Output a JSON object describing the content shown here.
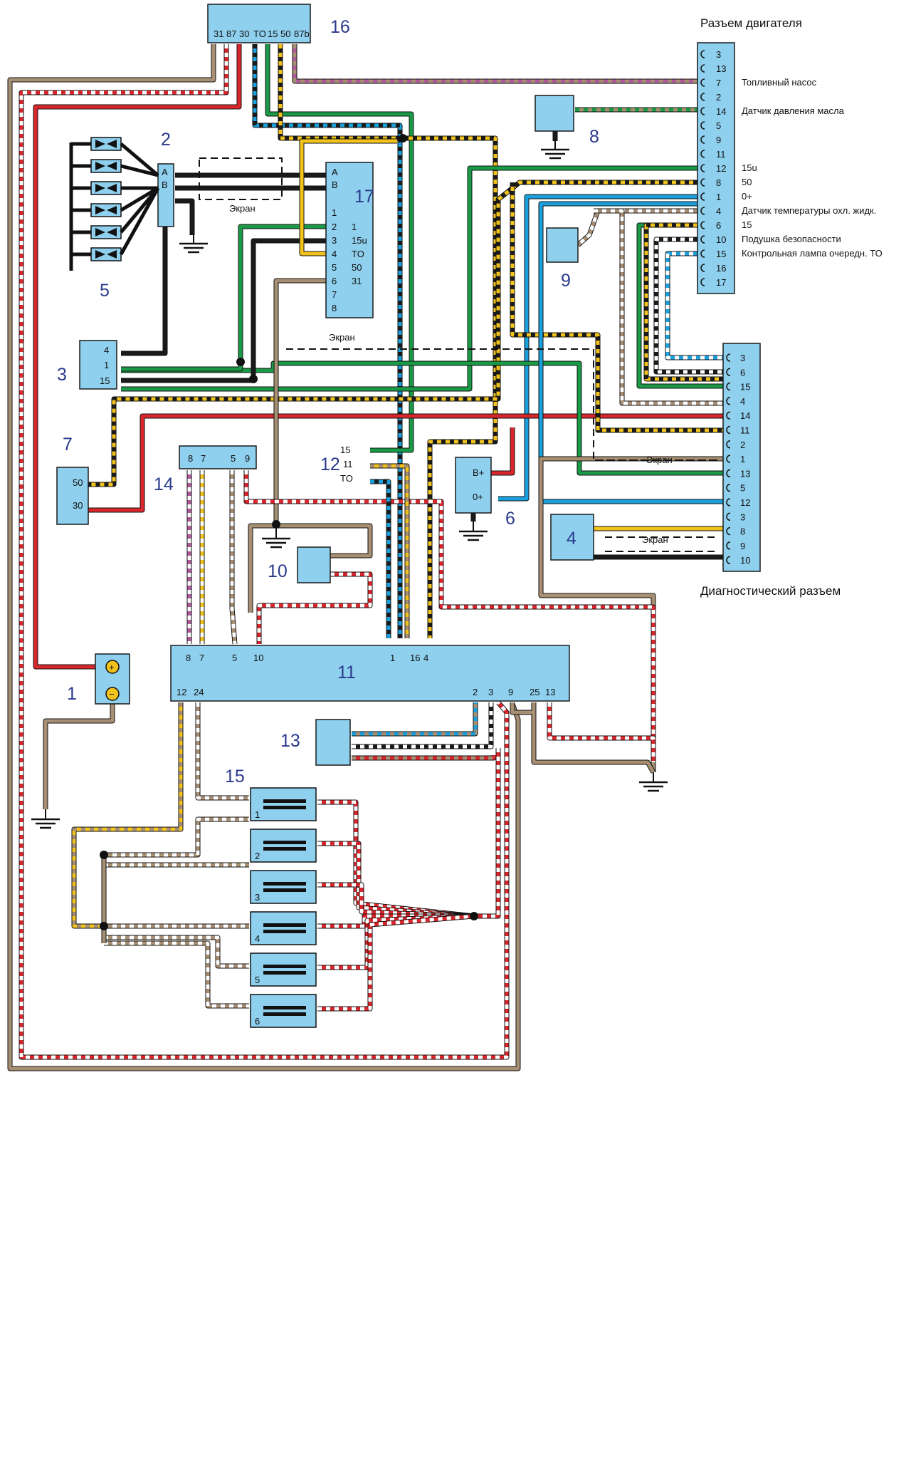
{
  "colors": {
    "box": "#8fd0ee",
    "red": "#d9262c",
    "green": "#1a9a46",
    "blue": "#1aa0dc",
    "yellow": "#f2c31d",
    "brown": "#a68f73",
    "black": "#1a1a1a",
    "violet": "#b05a9c",
    "number": "#2a3a8c"
  },
  "components": {
    "c1": "1",
    "c2": "2",
    "c3": "3",
    "c4": "4",
    "c5": "5",
    "c6": "6",
    "c7": "7",
    "c8": "8",
    "c9": "9",
    "c10": "10",
    "c11": "11",
    "c12": "12",
    "c13": "13",
    "c14": "14",
    "c15": "15",
    "c16": "16",
    "c17": "17"
  },
  "headers": {
    "engine_connector": "Разъем двигателя",
    "diag_connector": "Диагностический разъем"
  },
  "screen_label": "Экран",
  "relay16_pins": [
    "31",
    "87",
    "30",
    "TO",
    "15",
    "50",
    "87b"
  ],
  "engine_pins": [
    "3",
    "13",
    "7",
    "2",
    "14",
    "5",
    "9",
    "11",
    "12",
    "8",
    "1",
    "4",
    "6",
    "10",
    "15",
    "16",
    "17"
  ],
  "engine_labels": {
    "p7": "Топливный насос",
    "p14": "Датчик давления масла",
    "p12": "15u",
    "p8": "50",
    "p1": "0+",
    "p4": "Датчик температуры охл. жидк.",
    "p6": "15",
    "p10": "Подушка безопасности",
    "p15": "Контрольная лампа очередн. ТО"
  },
  "diag_pins": [
    "3",
    "6",
    "15",
    "4",
    "14",
    "11",
    "2",
    "1",
    "13",
    "5",
    "12",
    "3",
    "8",
    "9",
    "10"
  ],
  "unit17": {
    "left_pins": [
      "A",
      "B",
      "1",
      "2",
      "3",
      "4",
      "5",
      "6",
      "7",
      "8"
    ],
    "right_labels": [
      "1",
      "15u",
      "TO",
      "50",
      "31"
    ]
  },
  "unit2_pins": [
    "A",
    "B"
  ],
  "unit3_pins": [
    "4",
    "1",
    "15"
  ],
  "unit7_pins": [
    "50",
    "30"
  ],
  "unit6_pins": [
    "B+",
    "0+"
  ],
  "unit12_pins": [
    "15",
    "11",
    "TO"
  ],
  "unit14_pins": [
    "8",
    "7",
    "5",
    "9"
  ],
  "unit11": {
    "top_pins": [
      "8",
      "7",
      "5",
      "10",
      "1",
      "16",
      "4"
    ],
    "bottom_pins": [
      "12",
      "24",
      "2",
      "3",
      "9",
      "25",
      "13"
    ]
  },
  "coils": [
    "1",
    "2",
    "3",
    "4",
    "5",
    "6"
  ],
  "battery": {
    "plus": "+",
    "minus": "−"
  }
}
